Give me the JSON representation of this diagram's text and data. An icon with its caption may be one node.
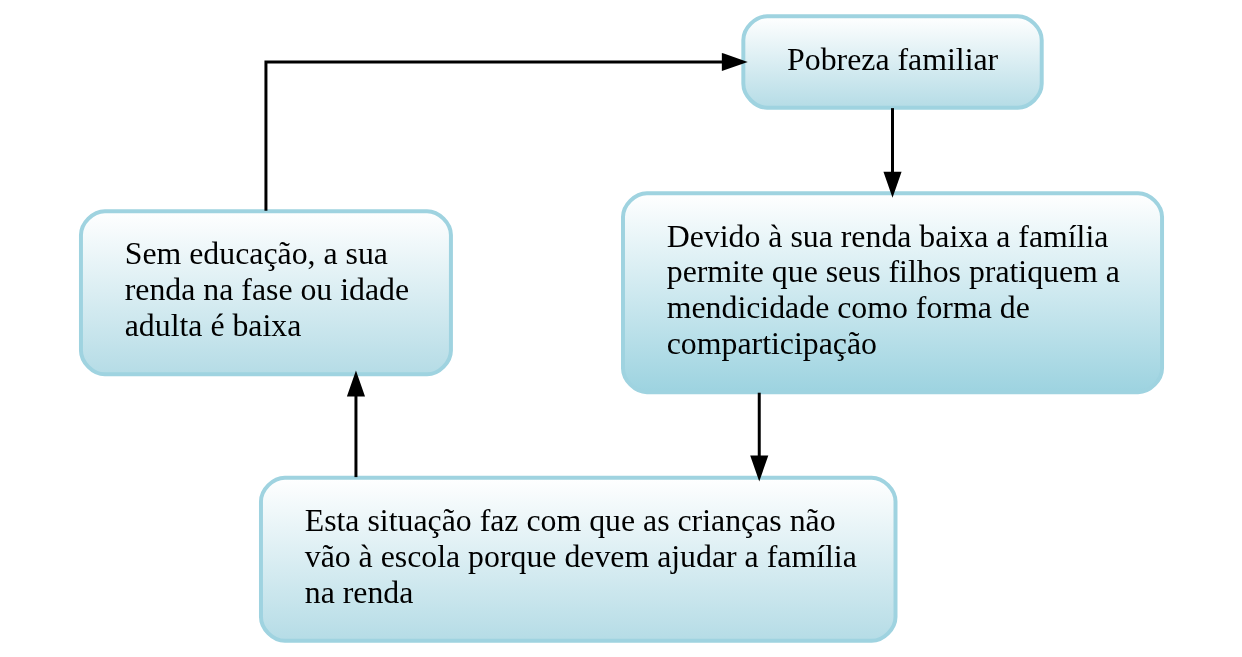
{
  "diagram": {
    "nodes": [
      {
        "text": [
          "Pobreza familiar"
        ]
      },
      {
        "text": [
          "Devido à sua renda baixa a família permite que seus filhos pratiquem a mendicidade como forma de comparticipação"
        ]
      },
      {
        "text": [
          "Esta situação faz com que as crianças não vão à escola porque devem ajudar a família na renda"
        ]
      },
      {
        "text": [
          "Sem educação, a sua renda na fase ou idade adulta é baixa"
        ]
      }
    ],
    "edges": [
      {
        "from": 0,
        "to": 1,
        "arrow": "to"
      },
      {
        "from": 1,
        "to": 2,
        "arrow": "to"
      },
      {
        "from": 2,
        "to": 3,
        "arrow": "to"
      },
      {
        "from": 3,
        "to": 0,
        "arrow": "to"
      }
    ]
  }
}
